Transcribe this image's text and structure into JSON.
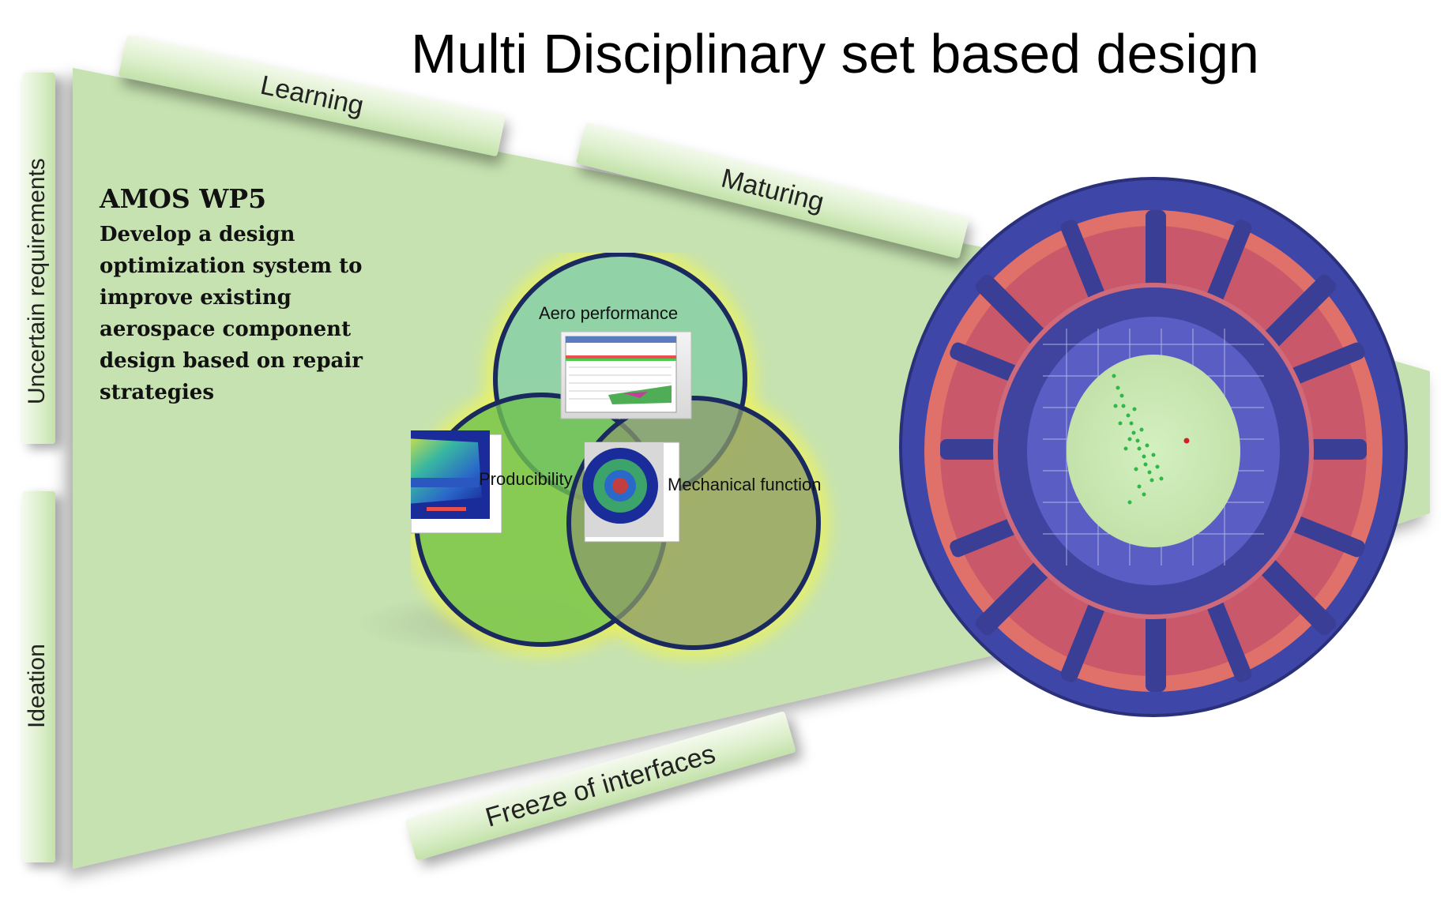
{
  "title": "Multi Disciplinary set based design",
  "bands": {
    "learning": "Learning",
    "maturing": "Maturing",
    "freeze": "Freeze of interfaces",
    "uncertain": "Uncertain requirements",
    "ideation": "Ideation"
  },
  "project": {
    "heading": "AMOS WP5",
    "description_lines": [
      "Develop a design",
      "optimization system to",
      "improve existing",
      "aerospace component",
      "design based on repair",
      "strategies"
    ]
  },
  "disciplines": {
    "aero": "Aero performance",
    "producibility": "Producibility",
    "mechanical": "Mechanical function"
  },
  "colors": {
    "funnel": "#c6e2b0",
    "circle_stroke": "#1a2a5e",
    "circle_glow": "#e9f07a",
    "wheel_frame": "#4a4fb8",
    "wheel_vanes": "#e0706a"
  }
}
